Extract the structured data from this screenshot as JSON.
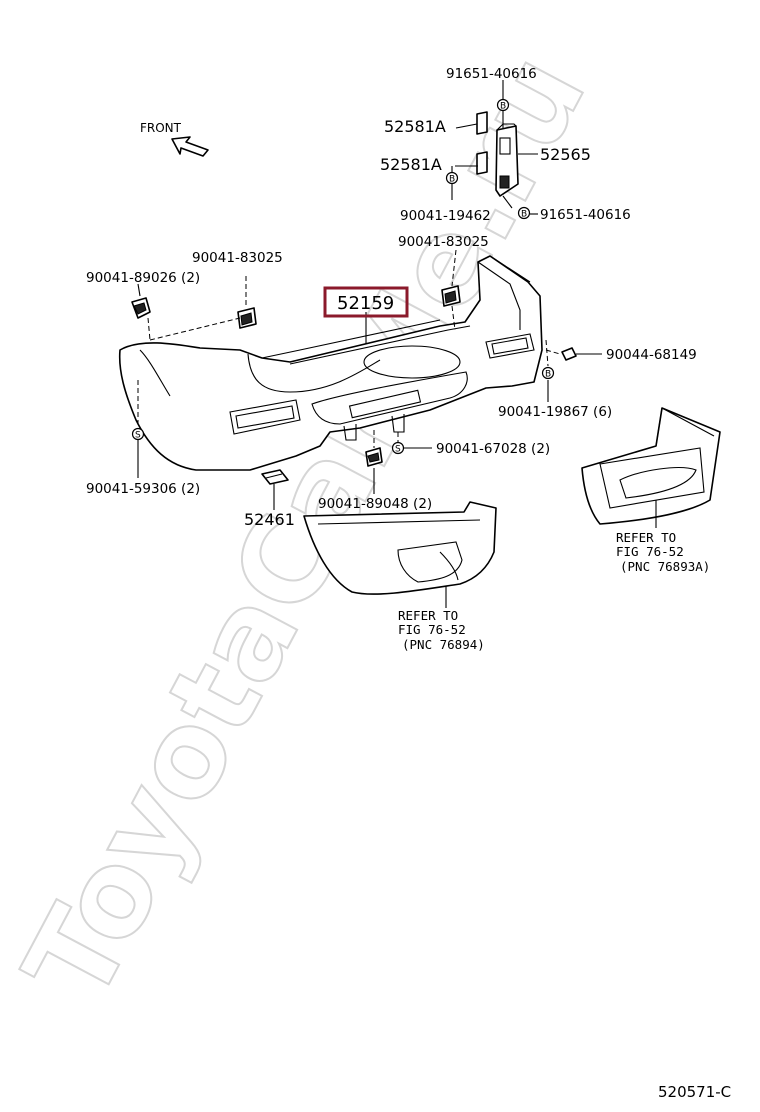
{
  "watermark": "ToyotaCarMe.ru",
  "direction_label": "FRONT",
  "highlight_color": "#8b1a2b",
  "highlighted_part": "52159",
  "labels": {
    "p91651_top": "91651-40616",
    "p52581a_top": "52581A",
    "p52581a_mid": "52581A",
    "p52565": "52565",
    "p90041_19462": "90041-19462",
    "p91651_bot": "91651-40616",
    "p90041_83025_left": "90041-83025",
    "p90041_83025_right": "90041-83025",
    "p90041_89026": "90041-89026 (2)",
    "p52159": "52159",
    "p90044_68149": "90044-68149",
    "p90041_19867": "90041-19867 (6)",
    "p90041_67028": "90041-67028 (2)",
    "p90041_59306": "90041-59306 (2)",
    "p90041_89048": "90041-89048 (2)",
    "p52461": "52461"
  },
  "references": {
    "right_line1": "REFER TO",
    "right_line2": "FIG 76-52",
    "right_line3": "(PNC 76893A)",
    "center_line1": "REFER TO",
    "center_line2": "FIG 76-52",
    "center_line3": "(PNC 76894)"
  },
  "bolt_marks": {
    "b_mark": "B",
    "s_mark": "S"
  },
  "figure_code": "520571-C"
}
